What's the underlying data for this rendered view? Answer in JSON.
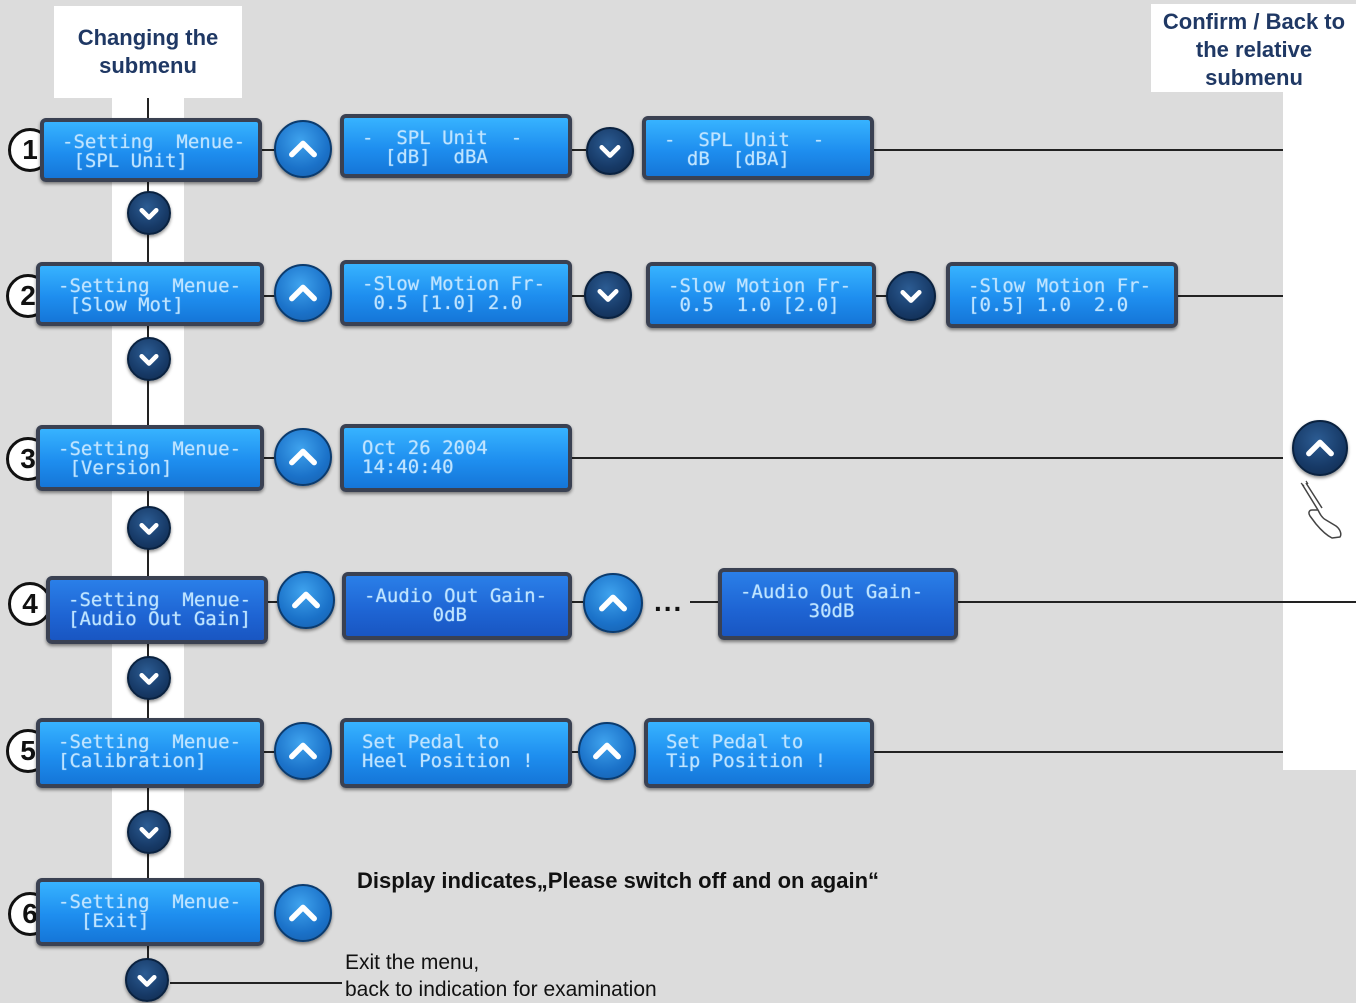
{
  "headers": {
    "left": "Changing the submenu",
    "right": "Confirm / Back to the relative submenu"
  },
  "rows": [
    {
      "num": "1",
      "menu": {
        "l1": "-Setting  Menue-",
        "l2": " [SPL Unit]"
      },
      "displays": [
        {
          "l1": "-  SPL Unit  -",
          "l2": "  [dB]  dBA"
        },
        {
          "l1": "-  SPL Unit  -",
          "l2": "  dB  [dBA]"
        }
      ]
    },
    {
      "num": "2",
      "menu": {
        "l1": "-Setting  Menue-",
        "l2": " [Slow Mot]"
      },
      "displays": [
        {
          "l1": "-Slow Motion Fr-",
          "l2": " 0.5 [1.0] 2.0"
        },
        {
          "l1": "-Slow Motion Fr-",
          "l2": " 0.5  1.0 [2.0]"
        },
        {
          "l1": "-Slow Motion Fr-",
          "l2": "[0.5] 1.0  2.0"
        }
      ]
    },
    {
      "num": "3",
      "menu": {
        "l1": "-Setting  Menue-",
        "l2": " [Version]"
      },
      "displays": [
        {
          "l1": "Oct 26 2004",
          "l2": "14:40:40"
        }
      ]
    },
    {
      "num": "4",
      "menu": {
        "l1": "-Setting  Menue-",
        "l2": "[Audio Out Gain]"
      },
      "displays": [
        {
          "l1": "-Audio Out Gain-",
          "l2": "      0dB"
        },
        {
          "l1": "-Audio Out Gain-",
          "l2": "      30dB"
        }
      ],
      "ellipsis": "..."
    },
    {
      "num": "5",
      "menu": {
        "l1": "-Setting  Menue-",
        "l2": "[Calibration]"
      },
      "displays": [
        {
          "l1": "Set Pedal to",
          "l2": "Heel Position !"
        },
        {
          "l1": "Set Pedal to",
          "l2": "Tip Position !"
        }
      ]
    },
    {
      "num": "6",
      "menu": {
        "l1": "-Setting  Menue-",
        "l2": "  [Exit]"
      },
      "displays": []
    }
  ],
  "notes": {
    "switch_off": "Display indicates„Please switch off and on again“",
    "exit_line1": "Exit the menu,",
    "exit_line2": "back to indication for examination"
  },
  "icons": {
    "up_button": "chevron-up-icon",
    "down_button": "chevron-down-icon",
    "hand": "pointing-hand-icon"
  }
}
